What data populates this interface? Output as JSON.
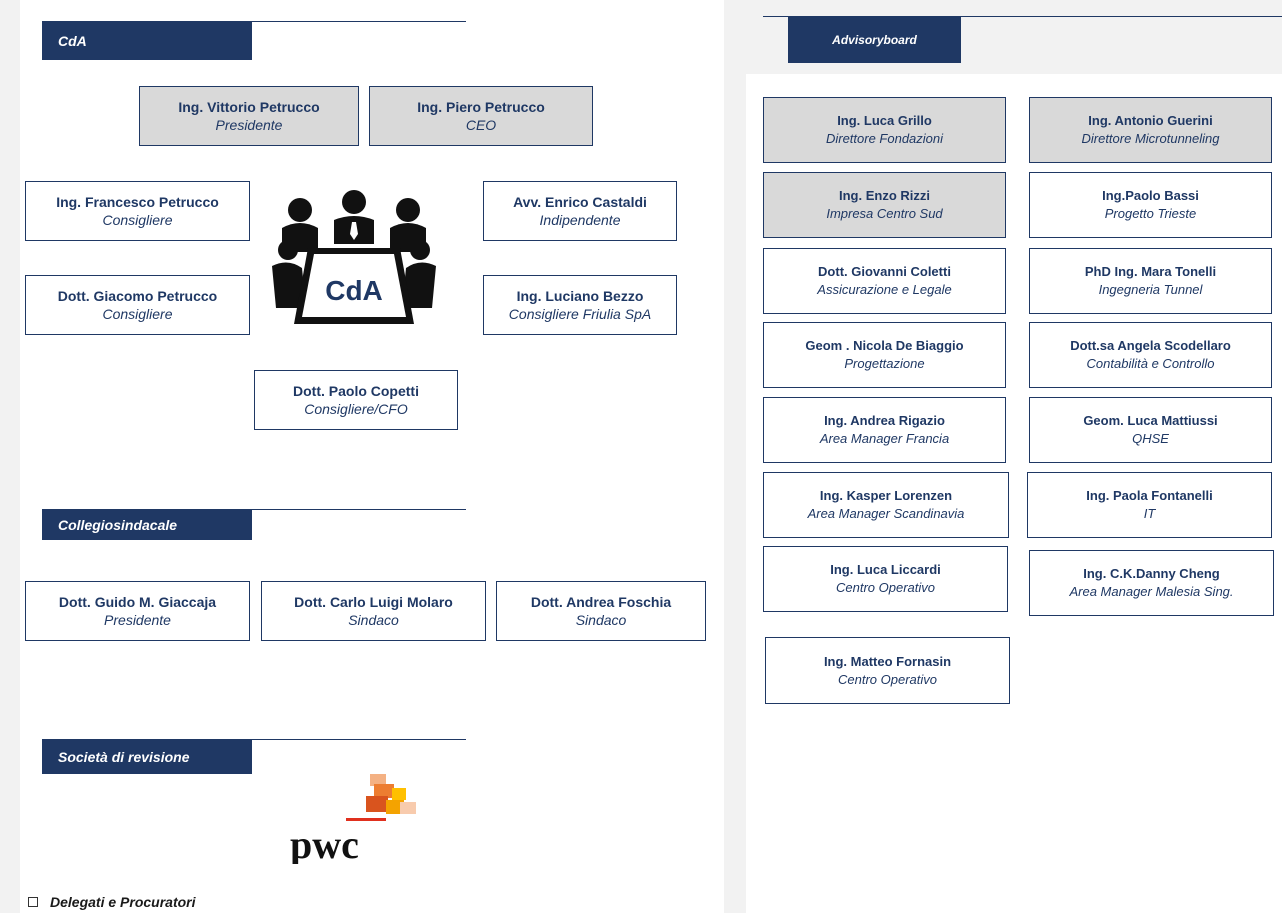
{
  "left": {
    "cda_tab": "CdA",
    "cda_icon_label": "CdA",
    "cda_members": [
      {
        "name": "Ing. Vittorio Petrucco",
        "role": "Presidente"
      },
      {
        "name": "Ing. Piero Petrucco",
        "role": "CEO"
      },
      {
        "name": "Ing. Francesco Petrucco",
        "role": "Consigliere"
      },
      {
        "name": "Avv. Enrico Castaldi",
        "role": "Indipendente"
      },
      {
        "name": "Dott. Giacomo Petrucco",
        "role": "Consigliere"
      },
      {
        "name": "Ing. Luciano Bezzo",
        "role": "Consigliere Friulia SpA"
      },
      {
        "name": "Dott. Paolo Copetti",
        "role": "Consigliere/CFO"
      }
    ],
    "collegio_tab": "Collegiosindacale",
    "collegio_members": [
      {
        "name": "Dott. Guido M. Giaccaja",
        "role": "Presidente"
      },
      {
        "name": "Dott. Carlo Luigi Molaro",
        "role": "Sindaco"
      },
      {
        "name": "Dott. Andrea Foschia",
        "role": "Sindaco"
      }
    ],
    "revisione_tab": "Società di revisione",
    "auditor_logo": "pwc",
    "footer": "Delegati e Procuratori"
  },
  "right": {
    "advisory_tab": "Advisoryboard",
    "members": [
      {
        "name": "Ing. Luca Grillo",
        "role": "Direttore Fondazioni"
      },
      {
        "name": "Ing. Antonio Guerini",
        "role": "Direttore Microtunneling"
      },
      {
        "name": "Ing. Enzo Rizzi",
        "role": "Impresa Centro Sud"
      },
      {
        "name": "Ing.Paolo Bassi",
        "role": "Progetto Trieste"
      },
      {
        "name": "Dott. Giovanni Coletti",
        "role": "Assicurazione e Legale"
      },
      {
        "name": "PhD Ing. Mara Tonelli",
        "role": "Ingegneria Tunnel"
      },
      {
        "name": "Geom . Nicola De Biaggio",
        "role": "Progettazione"
      },
      {
        "name": "Dott.sa Angela Scodellaro",
        "role": "Contabilità e Controllo"
      },
      {
        "name": "Ing. Andrea Rigazio",
        "role": "Area Manager Francia"
      },
      {
        "name": "Geom. Luca Mattiussi",
        "role": "QHSE"
      },
      {
        "name": "Ing. Kasper Lorenzen",
        "role": "Area Manager Scandinavia"
      },
      {
        "name": "Ing. Paola Fontanelli",
        "role": "IT"
      },
      {
        "name": "Ing. Luca Liccardi",
        "role": "Centro Operativo"
      },
      {
        "name": "Ing. C.K.Danny Cheng",
        "role": "Area Manager Malesia Sing."
      },
      {
        "name": "Ing. Matteo Fornasin",
        "role": "Centro Operativo"
      }
    ]
  },
  "colors": {
    "navy": "#1f3864",
    "grey_box": "#d9d9d9",
    "pwc_orange": "#e0301e"
  }
}
